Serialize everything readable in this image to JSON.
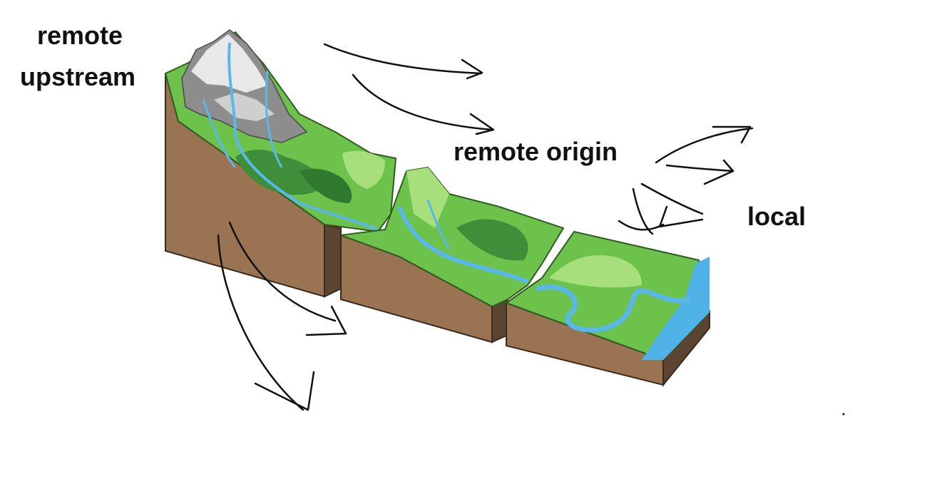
{
  "labels": {
    "remote_upstream_line1": "remote",
    "remote_upstream_line2": "upstream",
    "remote_origin": "remote origin",
    "local": "local"
  },
  "colors": {
    "earth": "#9a7452",
    "earth_dark": "#5b4431",
    "grass": "#6cc24a",
    "grass_light": "#a8df7d",
    "forest": "#3f8f3a",
    "water": "#5ab7ea",
    "sea": "#4fb3e8",
    "rock": "#8d8d8d",
    "snow": "#e9e9e9",
    "ink": "#111111"
  },
  "icons": [
    "mountain-block",
    "valley-block",
    "floodplain-block",
    "river",
    "sea",
    "arrow"
  ]
}
